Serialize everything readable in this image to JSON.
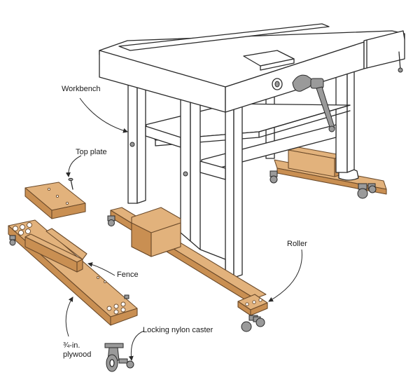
{
  "labels": {
    "workbench": "Workbench",
    "top_plate": "Top plate",
    "fence": "Fence",
    "roller": "Roller",
    "caster": "Locking nylon caster",
    "plywood_line1": "¾-in.",
    "plywood_line2": "plywood"
  },
  "colors": {
    "wood": "#e2b27c",
    "wood_dark": "#c98f52",
    "wood_edge": "#b9783d",
    "line": "#2a2a2a",
    "bench": "#ffffff",
    "metal": "#8a8a8a"
  },
  "icons": {
    "caster": "caster-wheel-icon",
    "screw": "screw-icon",
    "vise": "vise-icon"
  }
}
